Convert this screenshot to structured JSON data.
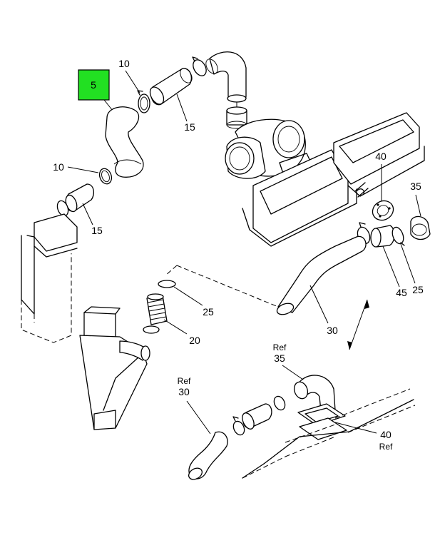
{
  "callouts": {
    "c5": "5",
    "c10a": "10",
    "c15a": "15",
    "c10b": "10",
    "c15b": "15",
    "c40a": "40",
    "c35a": "35",
    "c45": "45",
    "c25a": "25",
    "c25b": "25",
    "c20": "20",
    "c30a": "30",
    "c35b_ref": "Ref",
    "c35b": "35",
    "c30b_ref": "Ref",
    "c30b": "30",
    "c40b": "40",
    "c40b_ref": "Ref"
  },
  "colors": {
    "highlight": "#22e022"
  }
}
